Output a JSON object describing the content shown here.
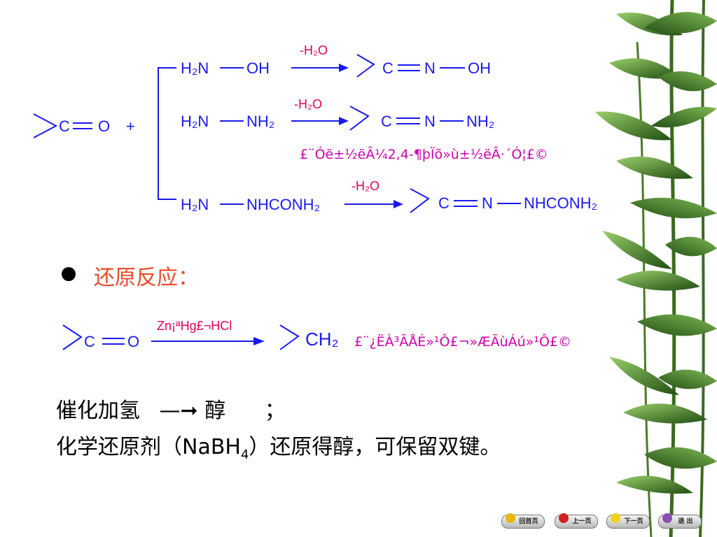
{
  "reactions": {
    "condensation": {
      "reactant_carbon": "C",
      "reactant_oxygen": "O",
      "plus": "+",
      "row1": {
        "reagent_left": "H₂N",
        "reagent_right": "OH",
        "condition": "-H₂O",
        "product_c": "C",
        "product_n": "N",
        "product_tail": "OH"
      },
      "row2": {
        "reagent_left": "H₂N",
        "reagent_right": "NH₂",
        "condition": "-H₂O",
        "product_c": "C",
        "product_n": "N",
        "product_tail": "NH₂",
        "note": "£¨Óë±½ëÂ¼2,4-¶þÏõ»ù±½ëÂ·´Ó¦£©"
      },
      "row3": {
        "reagent_left": "H₂N",
        "reagent_right": "NHCONH₂",
        "condition": "-H₂O",
        "product_c": "C",
        "product_n": "N",
        "product_tail": "NHCONH₂"
      }
    },
    "reduction_heading": "还原反应：",
    "clemmensen": {
      "reactant_carbon": "C",
      "reactant_oxygen": "O",
      "condition": "Zn¡ªHg£¬HCl",
      "product": "CH₂",
      "note": "£¨¿ËÀ³ÃÅÉ­»¹Ô­£¬»ÆÃùÁú»¹Ô­£©"
    },
    "line1": {
      "text": "催化加氢",
      "arrow": "—➞",
      "product": "醇",
      "semicolon": "；"
    },
    "line2": {
      "before": "化学还原剂（NaBH",
      "subscript": "4",
      "after": "）还原得醇，可保留双键。"
    }
  },
  "nav": {
    "home": "回首页",
    "prev": "上一页",
    "next": "下一页",
    "exit": "退 出"
  },
  "colors": {
    "structure": "#1a1aee",
    "condition": "#e0005a",
    "note": "#cc00aa",
    "heading": "#e84a2a",
    "leaf_dark": "#1f4d12",
    "leaf_light": "#6aa84f"
  }
}
